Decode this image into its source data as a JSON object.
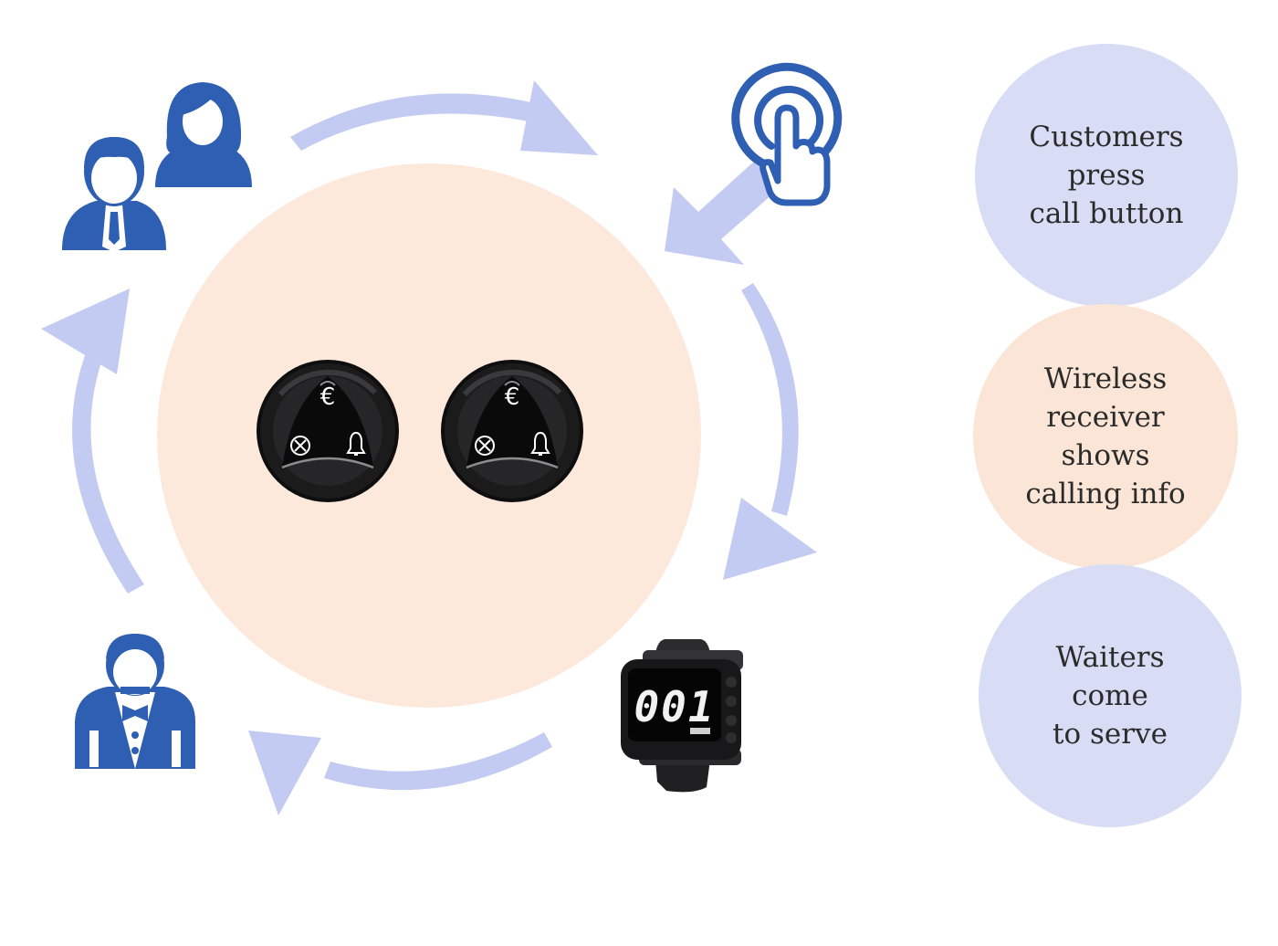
{
  "colors": {
    "arrow": "#c4cbf2",
    "center_circle": "#fde9dc",
    "icon_blue": "#2f5fb3",
    "step_blue": "#d9dcf5",
    "step_peach": "#fbe5d6",
    "device_body": "#1a1a1b",
    "display_text": "#f2f2f2"
  },
  "icons": {
    "customers": "customers-icon",
    "touch": "touch-hand-icon",
    "waiter": "waiter-icon",
    "call_button": "call-button-device",
    "watch": "wrist-watch-pager"
  },
  "devices": {
    "call_button_symbols": {
      "bill": "€",
      "cancel": "⊗",
      "call": "bell"
    },
    "watch_display": "001"
  },
  "steps": [
    {
      "lines": [
        "Customers",
        "press",
        "call button"
      ]
    },
    {
      "lines": [
        "Wireless",
        "receiver",
        "shows",
        "calling info"
      ]
    },
    {
      "lines": [
        "Waiters",
        "come",
        "to serve"
      ]
    }
  ]
}
